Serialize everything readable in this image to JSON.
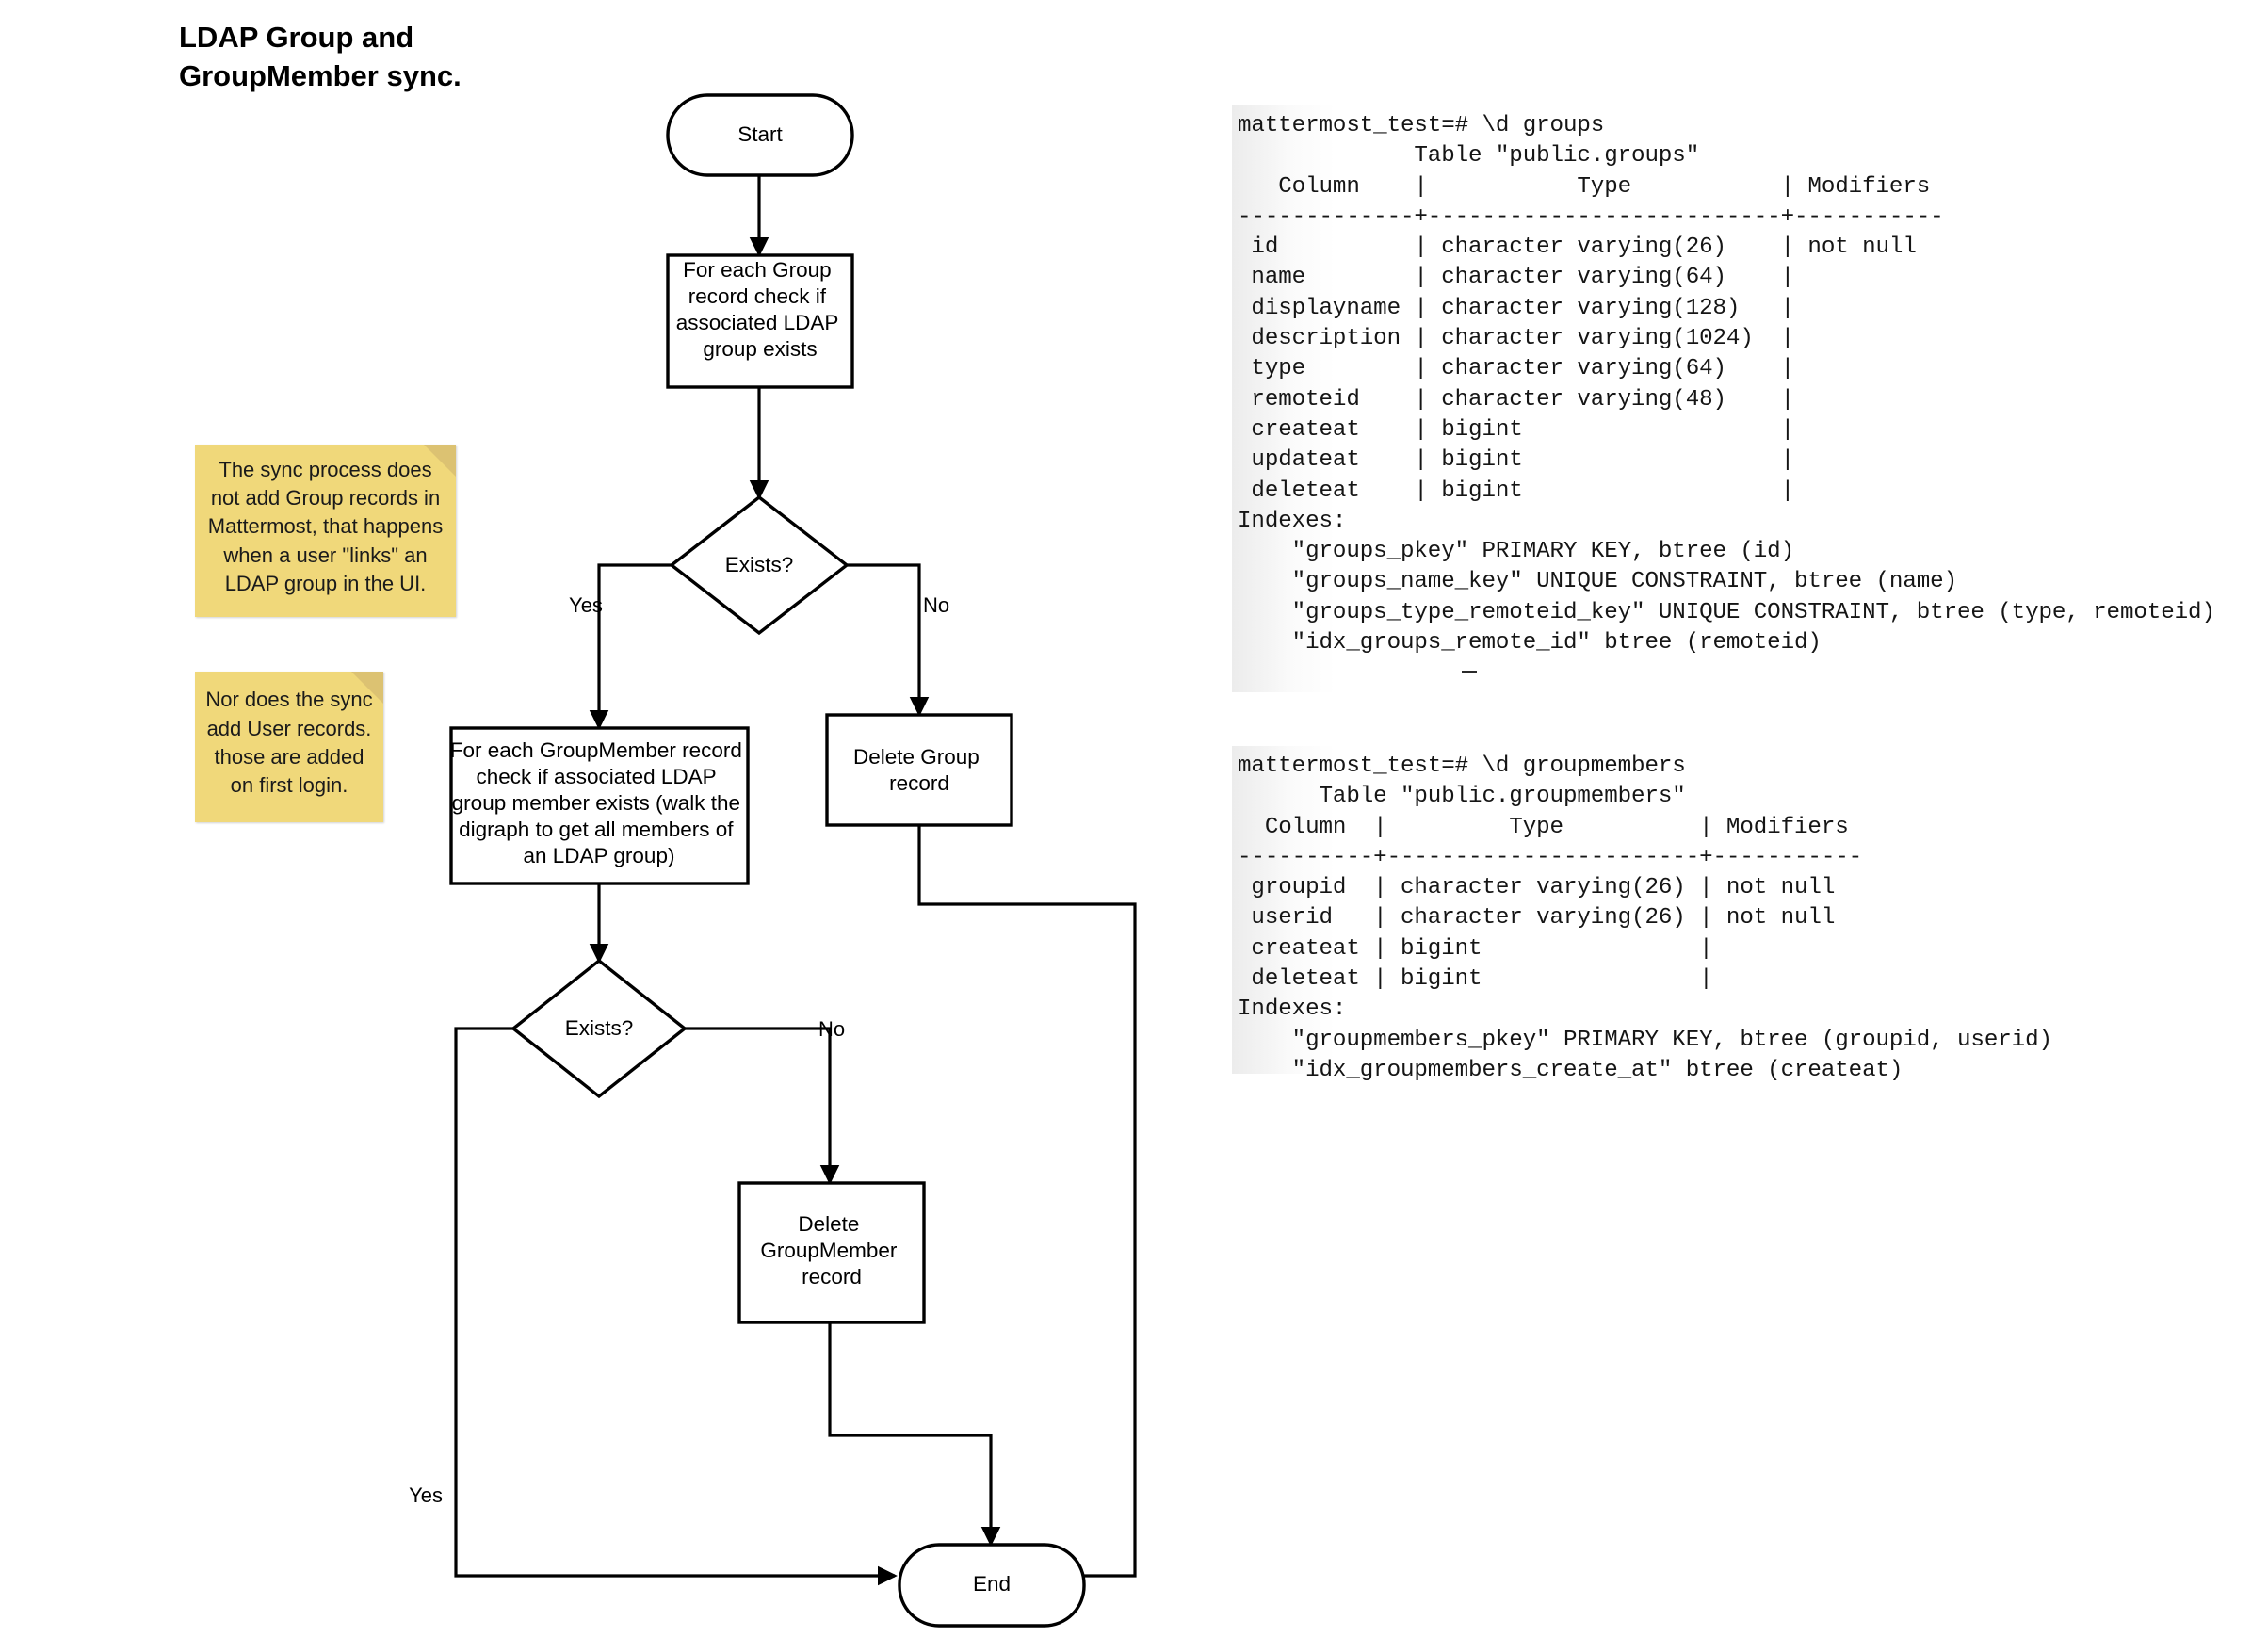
{
  "title": "LDAP Group and\nGroupMember sync.",
  "flowchart": {
    "nodes": {
      "start": "Start",
      "check_group": "For each Group\nrecord check if\nassociated LDAP\ngroup exists",
      "decision_group": "Exists?",
      "check_groupmember": "For each GroupMember record\ncheck if associated LDAP\ngroup member exists (walk the\ndigraph to get all members of\nan LDAP group)",
      "delete_group": "Delete Group\nrecord",
      "decision_member": "Exists?",
      "delete_groupmember": "Delete\nGroupMember\nrecord",
      "end": "End"
    },
    "edge_labels": {
      "group_yes": "Yes",
      "group_no": "No",
      "member_no": "No",
      "member_yes": "Yes"
    }
  },
  "notes": [
    {
      "id": "note-sync-group",
      "text": "The sync process does not add Group records in Mattermost, that happens when a user \"links\" an LDAP group in the UI."
    },
    {
      "id": "note-sync-user",
      "text": "Nor does the sync add User records. those are added on first login."
    }
  ],
  "terminals": [
    {
      "id": "groups",
      "text": "mattermost_test=# \\d groups\n             Table \"public.groups\"\n   Column    |           Type           | Modifiers\n-------------+--------------------------+-----------\n id          | character varying(26)    | not null\n name        | character varying(64)    |\n displayname | character varying(128)   |\n description | character varying(1024)  |\n type        | character varying(64)    |\n remoteid    | character varying(48)    |\n createat    | bigint                   |\n updateat    | bigint                   |\n deleteat    | bigint                   |\nIndexes:\n    \"groups_pkey\" PRIMARY KEY, btree (id)\n    \"groups_name_key\" UNIQUE CONSTRAINT, btree (name)\n    \"groups_type_remoteid_key\" UNIQUE CONSTRAINT, btree (type, remoteid)\n    \"idx_groups_remote_id\" btree (remoteid)"
    },
    {
      "id": "groupmembers",
      "text": "mattermost_test=# \\d groupmembers\n      Table \"public.groupmembers\"\n  Column  |         Type          | Modifiers\n----------+-----------------------+-----------\n groupid  | character varying(26) | not null\n userid   | character varying(26) | not null\n createat | bigint                |\n deleteat | bigint                |\nIndexes:\n    \"groupmembers_pkey\" PRIMARY KEY, btree (groupid, userid)\n    \"idx_groupmembers_create_at\" btree (createat)"
    }
  ]
}
